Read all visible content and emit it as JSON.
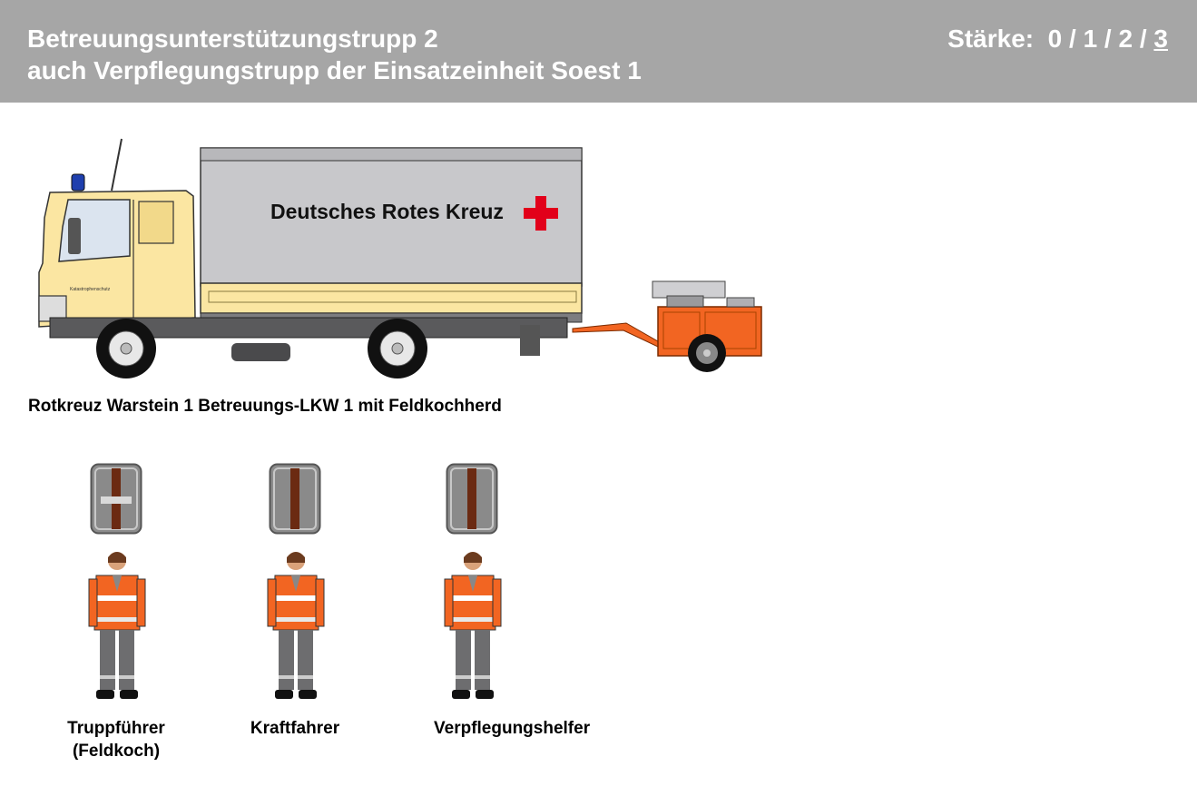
{
  "header": {
    "title_line1": "Betreuungsunterstützungstrupp 2",
    "title_line2": "auch Verpflegungstrupp der Einsatzeinheit Soest 1",
    "strength_label": "Stärke:",
    "strength_values": [
      "0",
      "1",
      "2",
      "3"
    ],
    "strength_separator": " / ",
    "background_color": "#a6a6a6"
  },
  "vehicle": {
    "body_text": "Deutsches Rotes Kreuz",
    "door_text": "Katastrophenschutz",
    "caption": "Rotkreuz Warstein 1 Betreuungs-LKW 1 mit Feldkochherd",
    "cab_color": "#fbe6a2",
    "box_color": "#c8c8cb",
    "trailer_color": "#f26522",
    "cross_color": "#e2001a"
  },
  "members": [
    {
      "role_line1": "Truppführer",
      "role_line2": "(Feldkoch)",
      "rank": "trupp-fuehrer-badge"
    },
    {
      "role_line1": "Kraftfahrer",
      "role_line2": "",
      "rank": "helfer-badge"
    },
    {
      "role_line1": "Verpflegungshelfer",
      "role_line2": "",
      "rank": "helfer-badge"
    }
  ]
}
